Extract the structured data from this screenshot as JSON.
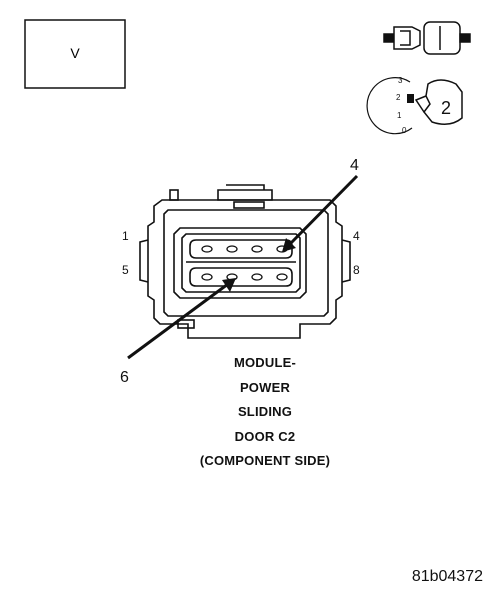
{
  "box_label": "V",
  "key_positions": [
    "3",
    "2",
    "1",
    "0"
  ],
  "key_number": "2",
  "pin_labels": {
    "top_left": "1",
    "bottom_left": "5",
    "top_right": "4",
    "bottom_right": "8"
  },
  "callouts": {
    "upper": "4",
    "lower": "6"
  },
  "caption": [
    "MODULE-",
    "POWER",
    "SLIDING",
    "DOOR C2",
    "(COMPONENT SIDE)"
  ],
  "figure_id": "81b04372"
}
